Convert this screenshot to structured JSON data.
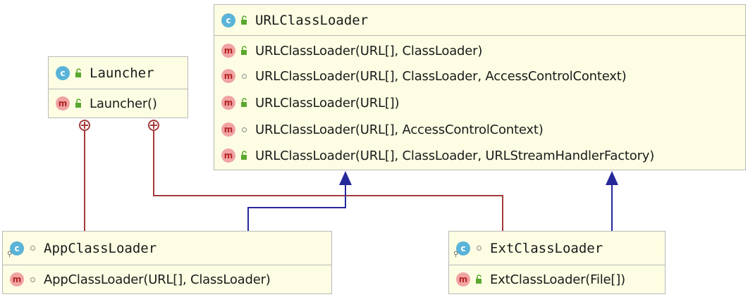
{
  "classes": {
    "url_class_loader": {
      "name": "URLClassLoader",
      "kind_badge": "c",
      "visibility": "public",
      "members": [
        {
          "badge": "m",
          "visibility": "public",
          "signature": "URLClassLoader(URL[], ClassLoader)"
        },
        {
          "badge": "m",
          "visibility": "package",
          "signature": "URLClassLoader(URL[], ClassLoader, AccessControlContext)"
        },
        {
          "badge": "m",
          "visibility": "public",
          "signature": "URLClassLoader(URL[])"
        },
        {
          "badge": "m",
          "visibility": "package",
          "signature": "URLClassLoader(URL[], AccessControlContext)"
        },
        {
          "badge": "m",
          "visibility": "public",
          "signature": "URLClassLoader(URL[], ClassLoader, URLStreamHandlerFactory)"
        }
      ]
    },
    "launcher": {
      "name": "Launcher",
      "kind_badge": "c",
      "visibility": "public",
      "members": [
        {
          "badge": "m",
          "visibility": "public",
          "signature": "Launcher()"
        }
      ]
    },
    "app_class_loader": {
      "name": "AppClassLoader",
      "kind_badge": "c",
      "visibility": "package",
      "members": [
        {
          "badge": "m",
          "visibility": "package",
          "signature": "AppClassLoader(URL[], ClassLoader)"
        }
      ]
    },
    "ext_class_loader": {
      "name": "ExtClassLoader",
      "kind_badge": "c",
      "visibility": "package",
      "members": [
        {
          "badge": "m",
          "visibility": "public",
          "signature": "ExtClassLoader(File[])"
        }
      ]
    }
  },
  "relations": [
    {
      "type": "inner-class",
      "from": "AppClassLoader",
      "to": "Launcher"
    },
    {
      "type": "inner-class",
      "from": "ExtClassLoader",
      "to": "Launcher"
    },
    {
      "type": "extends",
      "from": "AppClassLoader",
      "to": "URLClassLoader"
    },
    {
      "type": "extends",
      "from": "ExtClassLoader",
      "to": "URLClassLoader"
    }
  ],
  "colors": {
    "box_fill": "#fdfde3",
    "box_border": "#b9b9b9",
    "inner_class_edge": "#a43a3a",
    "extends_edge": "#26289a",
    "class_badge": "#5ab3d8",
    "method_badge": "#f1a3a3",
    "public_lock": "#5aa82e"
  }
}
